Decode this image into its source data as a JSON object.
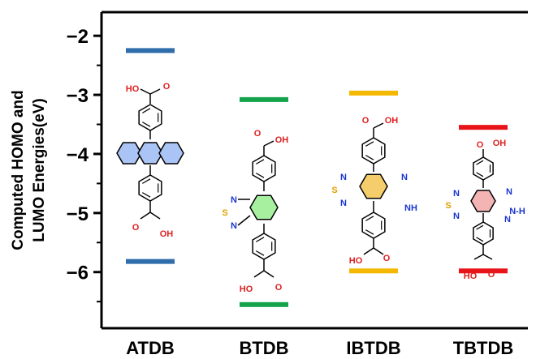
{
  "chart_data": {
    "type": "energy-level",
    "title": "",
    "ylabel_lines": [
      "Computed HOMO and",
      "LUMO Energies(eV)"
    ],
    "ylim": [
      -6.95,
      -1.6
    ],
    "yticks": [
      -2,
      -3,
      -4,
      -5,
      -6
    ],
    "ytick_labels": [
      "−2",
      "−3",
      "−4",
      "−5",
      "−6"
    ],
    "categories": [
      "ATDB",
      "BTDB",
      "IBTDB",
      "TBTDB"
    ],
    "series": [
      {
        "role": "LUMO",
        "values": [
          -2.25,
          -3.08,
          -2.97,
          -3.55
        ]
      },
      {
        "role": "HOMO",
        "values": [
          -5.82,
          -6.55,
          -5.98,
          -5.98
        ]
      }
    ],
    "colors": [
      "#2f6eab",
      "#14a34a",
      "#f5b800",
      "#e8141a"
    ],
    "ring_fills": [
      "#a9c4f5",
      "#a6f0a0",
      "#f5cd6a",
      "#f5b4b4"
    ],
    "molecules": [
      {
        "atoms": {
          "top_o": "O",
          "top_ho": "HO",
          "bot_o": "O",
          "bot_oh": "OH"
        }
      },
      {
        "atoms": {
          "top_o": "O",
          "top_oh": "OH",
          "n1": "N",
          "s": "S",
          "n2": "N",
          "bot_o": "O",
          "bot_ho": "HO"
        }
      },
      {
        "atoms": {
          "top_o": "O",
          "top_oh": "OH",
          "n1": "N",
          "s": "S",
          "n2": "N",
          "n3": "N",
          "nh": "NH",
          "bot_o": "O",
          "bot_ho": "HO"
        }
      },
      {
        "atoms": {
          "top_o": "O",
          "top_oh": "OH",
          "n1": "N",
          "s": "S",
          "n2": "N",
          "n3": "N",
          "nh": "N-H",
          "n4": "N",
          "bot_o": "O",
          "bot_ho": "HO"
        }
      }
    ]
  }
}
